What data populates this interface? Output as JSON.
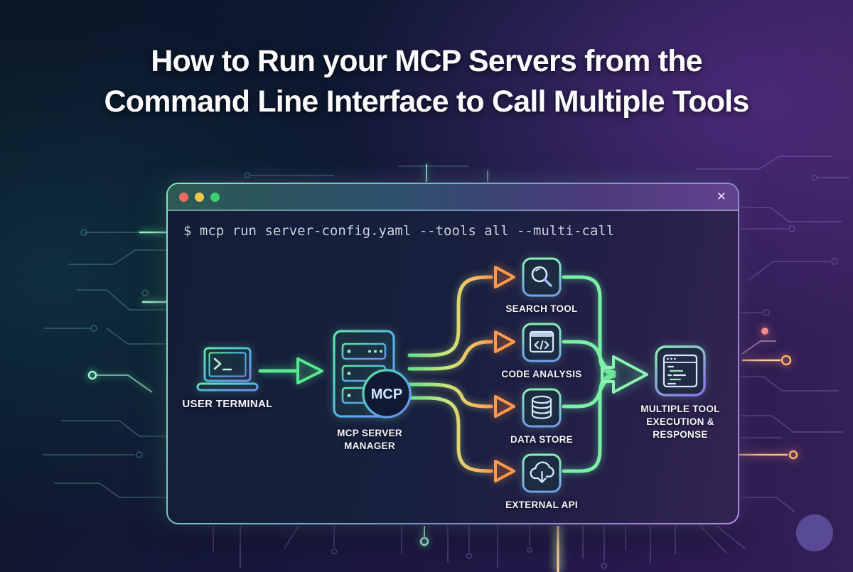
{
  "title": {
    "line1": "How to Run your MCP Servers from the",
    "line2": "Command Line Interface to Call Multiple Tools"
  },
  "terminal_window": {
    "close_glyph": "✕",
    "traffic_lights": [
      "red",
      "yellow",
      "green"
    ],
    "command": "$ mcp run server-config.yaml --tools all --multi-call"
  },
  "diagram": {
    "user_terminal": {
      "label": "USER TERMINAL",
      "icon": "terminal-laptop-icon"
    },
    "server_manager": {
      "label_line1": "MCP SERVER",
      "label_line2": "MANAGER",
      "badge": "MCP",
      "icon": "server-stack-icon"
    },
    "tools": [
      {
        "label": "SEARCH TOOL",
        "icon": "magnifier-icon"
      },
      {
        "label": "CODE ANALYSIS",
        "icon": "code-window-icon"
      },
      {
        "label": "DATA STORE",
        "icon": "database-icon"
      },
      {
        "label": "EXTERNAL API",
        "icon": "cloud-download-icon"
      }
    ],
    "output": {
      "label_line1": "MULTIPLE TOOL",
      "label_line2": "EXECUTION &",
      "label_line3": "RESPONSE",
      "icon": "terminal-output-icon"
    }
  },
  "colors": {
    "flow_green": "#6ceea2",
    "flow_orange": "#ff9a4c",
    "accent_blue": "#58a6e8",
    "accent_purple": "#9a6ad1",
    "window_border_green": "#84e6b6",
    "window_border_purple": "#b58ee2",
    "traffic_red": "#ef6a5e",
    "traffic_yellow": "#f0c64f",
    "traffic_green": "#3ecf6e"
  }
}
